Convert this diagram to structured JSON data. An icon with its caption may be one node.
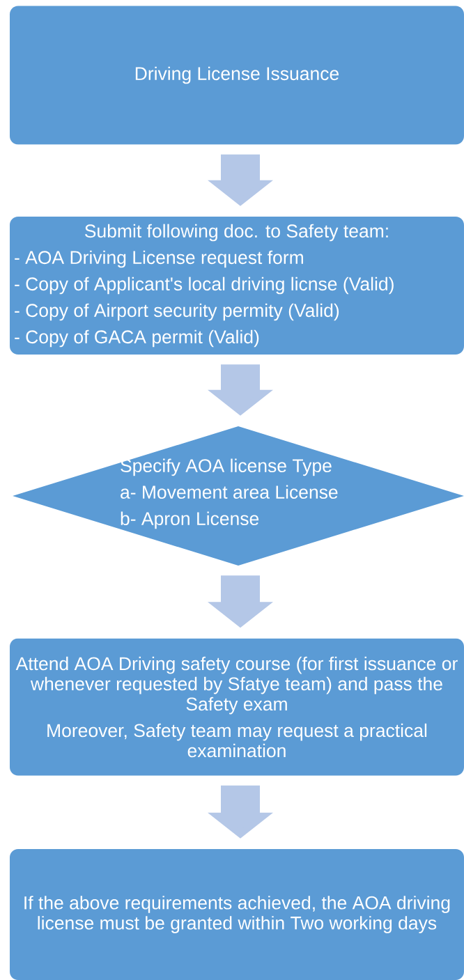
{
  "diagram": {
    "nodes": [
      {
        "text": [
          "Driving License Issuance"
        ]
      },
      {
        "text": [
          "Submit following doc. to Safety team:",
          "- AOA Driving License request form",
          "- Copy of Applicant's local driving licnse (Valid)",
          "- Copy of Airport security permity (Valid)",
          "- Copy of GACA permit (Valid)"
        ]
      },
      {
        "text": [
          "Specify AOA license Type",
          "a- Movement area License",
          "b- Apron License"
        ]
      },
      {
        "text": [
          "Attend AOA Driving safety course (for first issuance or whenever requested by Sfatye team) and pass the Safety exam",
          "Moreover, Safety team may request a practical examination"
        ]
      },
      {
        "text": [
          "If the above requirements achieved, the AOA driving license must be granted within Two working days"
        ]
      }
    ],
    "edges": [
      {
        "from": 0,
        "to": 1,
        "arrow": "to"
      },
      {
        "from": 1,
        "to": 2,
        "arrow": "to"
      },
      {
        "from": 2,
        "to": 3,
        "arrow": "to"
      },
      {
        "from": 3,
        "to": 4,
        "arrow": "to"
      }
    ]
  }
}
